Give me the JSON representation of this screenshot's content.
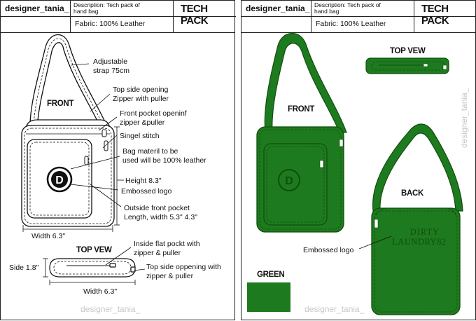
{
  "header": {
    "brand": "designer_tania_",
    "description_line1": "Description: Tech pack of",
    "description_line2": "hand bag",
    "title": "TECH PACK",
    "fabric": "Fabric: 100% Leather"
  },
  "left_sheet": {
    "front_heading": "FRONT",
    "top_view_heading": "TOP VEW",
    "logo_letter": "D",
    "callouts": {
      "strap_line1": "Adjustable",
      "strap_line2": "strap 75cm",
      "top_zip_line1": "Top side opening",
      "top_zip_line2": "Zipper with puller",
      "front_pocket_line1": "Front pocket openinf",
      "front_pocket_line2": "zipper &puller",
      "stitch": "Singel stitch",
      "material_line1": "Bag materil to be",
      "material_line2": "used will be 100% leather",
      "height": "Height 8.3\"",
      "logo": "Embossed logo",
      "outside_pocket_line1": "Outside front pocket",
      "outside_pocket_line2": "Length, width 5.3\" 4.3\"",
      "width": "Width 6.3\""
    },
    "top_view_callouts": {
      "inside_pocket_line1": "Inside flat pockt with",
      "inside_pocket_line2": "zipper & puller",
      "side": "Side 1.8\"",
      "top_zip_line1": "Top side oppening with",
      "top_zip_line2": "zipper & puller",
      "width": "Width 6.3\""
    },
    "watermark": "designer_tania_"
  },
  "right_sheet": {
    "top_view_heading": "TOP VEW",
    "front_heading": "FRONT",
    "back_heading": "BACK",
    "logo_letter": "D",
    "back_text_line1": "DIRTY",
    "back_text_line2": "LAUNDRY82",
    "logo_callout": "Embossed logo",
    "swatch_label": "GREEN",
    "watermark_bottom": "designer_tania_",
    "watermark_side": "designer_tania_"
  },
  "colors": {
    "leather_green": "#1e7a1e",
    "leather_green_dark": "#0f4f0f",
    "line": "#111111",
    "watermark": "#c8c8c8"
  }
}
